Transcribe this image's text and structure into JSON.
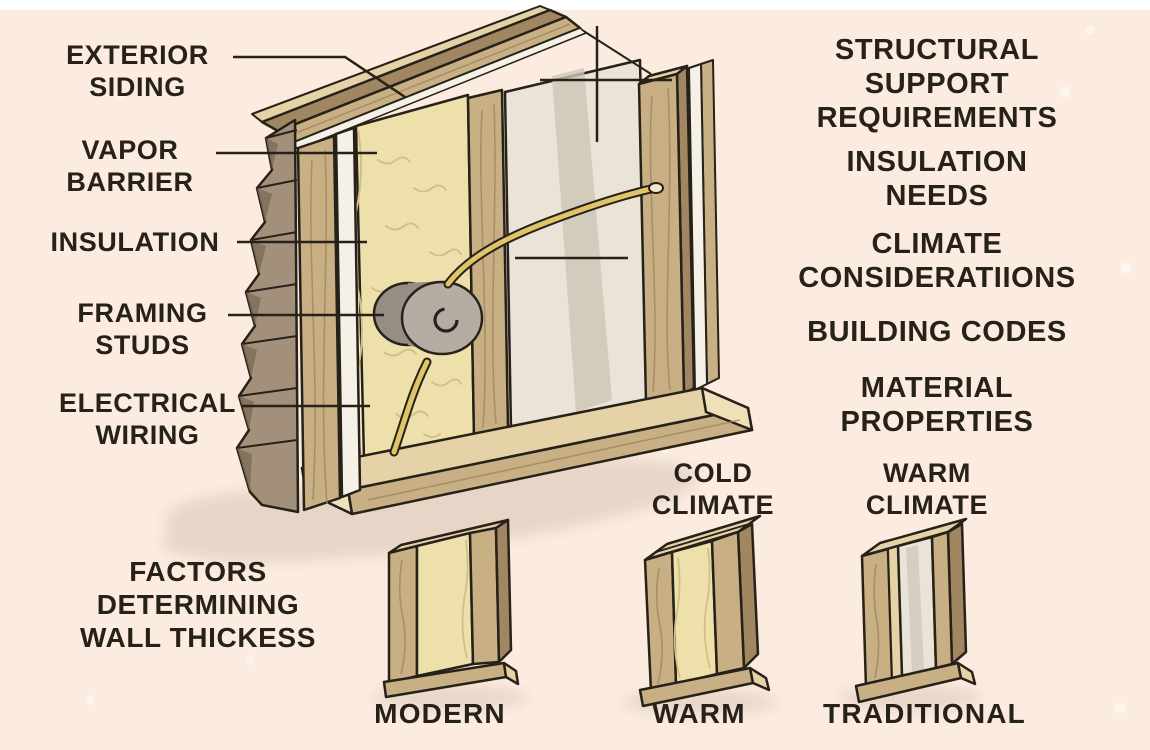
{
  "theme": {
    "bg": "#fbecdf",
    "top-border": "#ffffff",
    "ink": "#262119",
    "wood-light": "#e5d2a6",
    "wood-mid": "#c9b084",
    "wood-dark": "#a18662",
    "wood-grain": "#9c8460",
    "siding": "#a2907a",
    "siding-dark": "#7e6e57",
    "barrier": "#f6f1e6",
    "insulation": "#eee0ab",
    "insulation-line": "#d2bf85",
    "drywall": "#eae3d8",
    "drywall-shade": "#cdc5b7",
    "wire": "#dfc468",
    "wire-tip": "#f3e9c9",
    "box": "#b5ada3",
    "box-dark": "#968e84",
    "plate-end": "#efe0ba",
    "shadow": "#d8c5b4"
  },
  "left_labels": [
    {
      "line1": "EXTERIOR",
      "line2": "SIDING"
    },
    {
      "line1": "VAPOR",
      "line2": "BARRIER"
    },
    {
      "line1": "INSULATION",
      "line2": ""
    },
    {
      "line1": "FRAMING",
      "line2": "STUDS"
    },
    {
      "line1": "ELECTRICAL",
      "line2": "WIRING"
    }
  ],
  "factor_items": [
    {
      "line1": "STRUCTURAL",
      "line2": "SUPPORT",
      "line3": "REQUIREMENTS"
    },
    {
      "line1": "INSULATION",
      "line2": "NEEDS",
      "line3": ""
    },
    {
      "line1": "CLIMATE",
      "line2": "CONSIDERATIIONS",
      "line3": ""
    },
    {
      "line1": "BUILDING CODES",
      "line2": "",
      "line3": ""
    },
    {
      "line1": "MATERIAL",
      "line2": "PROPERTIES",
      "line3": ""
    }
  ],
  "factors_heading": {
    "line1": "FACTORS",
    "line2": "DETERMINING",
    "line3": "WALL THICKESS"
  },
  "climate_headings": [
    {
      "line1": "COLD",
      "line2": "CLIMATE"
    },
    {
      "line1": "WARM",
      "line2": "CLIMATE"
    }
  ],
  "wall_type_labels": [
    {
      "label": "MODERN"
    },
    {
      "label": "WARM"
    },
    {
      "label": "TRADITIONAL"
    }
  ]
}
